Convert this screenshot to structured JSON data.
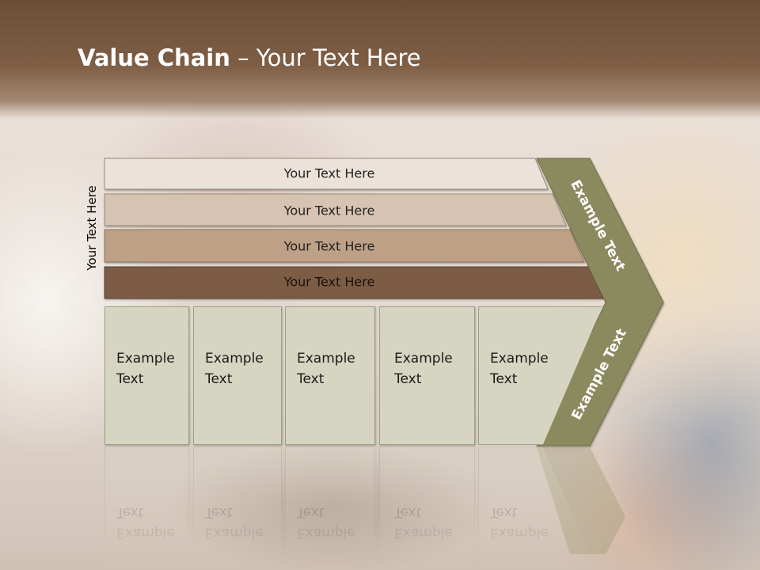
{
  "slide": {
    "title_bold": "Value Chain",
    "title_rest": " – Your Text Here"
  },
  "side_label": "Your Text Here",
  "bars": [
    {
      "label": "Your Text Here",
      "fill": "#ebe3da"
    },
    {
      "label": "Your Text Here",
      "fill": "#d7c3b1"
    },
    {
      "label": "Your Text Here",
      "fill": "#bea087"
    },
    {
      "label": "Your Text Here",
      "fill": "#7c5c45"
    }
  ],
  "columns": [
    {
      "line1": "Example",
      "line2": "Text"
    },
    {
      "line1": "Example",
      "line2": "Text"
    },
    {
      "line1": "Example",
      "line2": "Text"
    },
    {
      "line1": "Example",
      "line2": "Text"
    },
    {
      "line1": "Example",
      "line2": "Text"
    }
  ],
  "chevron": {
    "upper_text": "Example Text",
    "lower_text": "Example Text",
    "fill": "#8b8a5e"
  },
  "colors": {
    "column_fill": "#d6d5c1",
    "title_band": "#7a5a41"
  }
}
